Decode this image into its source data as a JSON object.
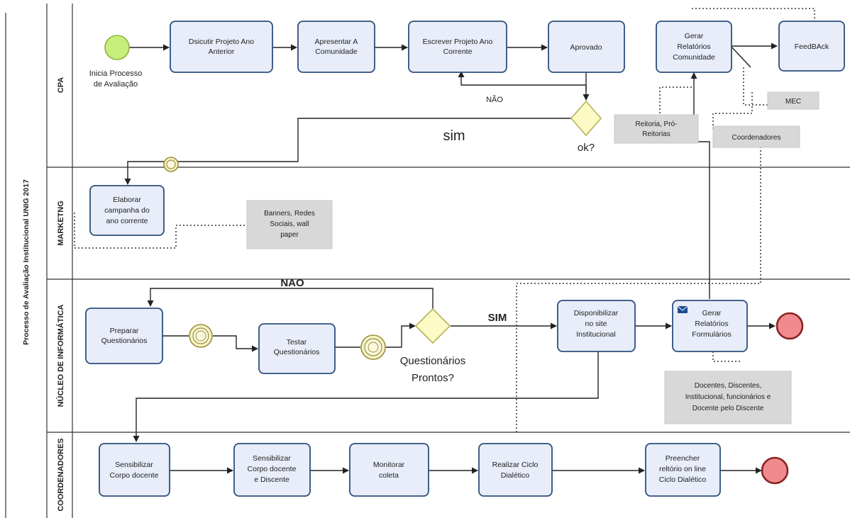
{
  "pool": {
    "title": "Processo de Avaliação Institucional UNIG 2017"
  },
  "lanes": [
    {
      "id": "cpa",
      "label": "CPA"
    },
    {
      "id": "marketing",
      "label": "MARKETNG"
    },
    {
      "id": "nucleo",
      "label": "NÚCLEO DE INFORMÁTICA"
    },
    {
      "id": "coord",
      "label": "COORDENADORES"
    }
  ],
  "start_event": {
    "label": [
      "Inicia Processo",
      "de Avaliação"
    ],
    "color": "#c6ee7a"
  },
  "tasks": {
    "discutir": [
      "Dsicutir Projeto Ano",
      "Anterior"
    ],
    "apresentar": [
      "Apresentar A",
      "Comunidade"
    ],
    "escrever": [
      "Escrever Projeto  Ano",
      "Corrente"
    ],
    "aprovado": [
      "Aprovado"
    ],
    "gerar_rel_com": [
      "Gerar",
      "Relatórios",
      "Comunidade"
    ],
    "feedback": [
      "FeedBAck"
    ],
    "elaborar": [
      "Elaborar",
      "campanha do",
      "ano corrente"
    ],
    "preparar": [
      "Preparar",
      "Questionários"
    ],
    "testar": [
      "Testar",
      "Questionários"
    ],
    "disponibilizar": [
      "Disponibilizar",
      "no site",
      "Institucional"
    ],
    "gerar_rel_form": [
      "Gerar",
      "Relatórios",
      "Formulários"
    ],
    "sens_docente": [
      "Sensibilizar",
      "Corpo docente"
    ],
    "sens_doc_disc": [
      "Sensibilizar",
      "Corpo docente",
      "e Discente"
    ],
    "monitorar": [
      "Monitorar",
      "coleta"
    ],
    "realizar": [
      "Realizar Ciclo",
      "Dialético"
    ],
    "preencher": [
      "Preencher",
      "reltório on line",
      "Ciclo Dialético"
    ]
  },
  "gateways": {
    "ok": {
      "label": "ok?",
      "yes": "sim",
      "no": "NÃO"
    },
    "prontos": {
      "label": [
        "Questionários",
        "Prontos?"
      ],
      "yes": "SIM",
      "no": "NAO"
    }
  },
  "annotations": {
    "mec": [
      "MEC"
    ],
    "reitoria": [
      "Reitoria, Pró-",
      "Reitorias"
    ],
    "coordenadores": [
      "Coordenadores"
    ],
    "banners": [
      "Banners, Redes",
      "Sociais, wall",
      "paper"
    ],
    "docentes": [
      "Docentes, Discentes,",
      "Institucional, funcionários e",
      "Docente pelo Discente"
    ]
  },
  "colors": {
    "task_fill": "#e8edf9",
    "task_border": "#2c4f7c",
    "end_event": "#ef8a8e",
    "gateway_fill": "#fdfbc5",
    "annotation_fill": "#d8d8d8"
  }
}
